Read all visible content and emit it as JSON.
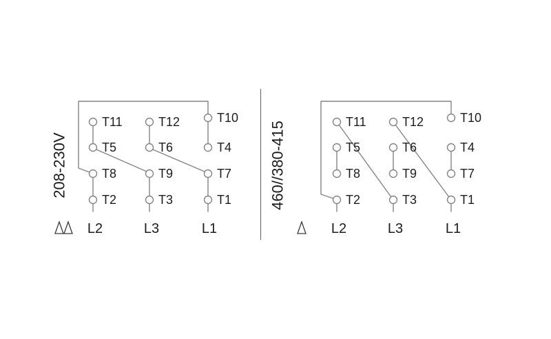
{
  "colors": {
    "background": "#ffffff",
    "wire": "#848484",
    "text": "#1c1c1c"
  },
  "diagrams": {
    "left": {
      "voltage_label": "208-230V",
      "winding_symbol": "double-delta",
      "terminal_rows": [
        [
          "T11",
          "T12",
          "T10"
        ],
        [
          "T5",
          "T6",
          "T4"
        ],
        [
          "T8",
          "T9",
          "T7"
        ],
        [
          "T2",
          "T3",
          "T1"
        ]
      ],
      "phase_labels": [
        "L2",
        "L3",
        "L1"
      ],
      "jumpers": [
        [
          "T11",
          "T5"
        ],
        [
          "T8",
          "T2"
        ],
        [
          "T12",
          "T6"
        ],
        [
          "T9",
          "T3"
        ],
        [
          "T10",
          "T4"
        ],
        [
          "T7",
          "T1"
        ],
        [
          "T5",
          "T9"
        ],
        [
          "T6",
          "T7"
        ],
        [
          "T10",
          "T8"
        ]
      ]
    },
    "right": {
      "voltage_label": "460//380-415",
      "winding_symbol": "delta",
      "terminal_rows": [
        [
          "T11",
          "T12",
          "T10"
        ],
        [
          "T5",
          "T6",
          "T4"
        ],
        [
          "T8",
          "T9",
          "T7"
        ],
        [
          "T2",
          "T3",
          "T1"
        ]
      ],
      "phase_labels": [
        "L2",
        "L3",
        "L1"
      ],
      "jumpers": [
        [
          "T5",
          "T8"
        ],
        [
          "T6",
          "T9"
        ],
        [
          "T4",
          "T7"
        ],
        [
          "T11",
          "T3"
        ],
        [
          "T12",
          "T1"
        ],
        [
          "T10",
          "T2"
        ]
      ]
    }
  }
}
